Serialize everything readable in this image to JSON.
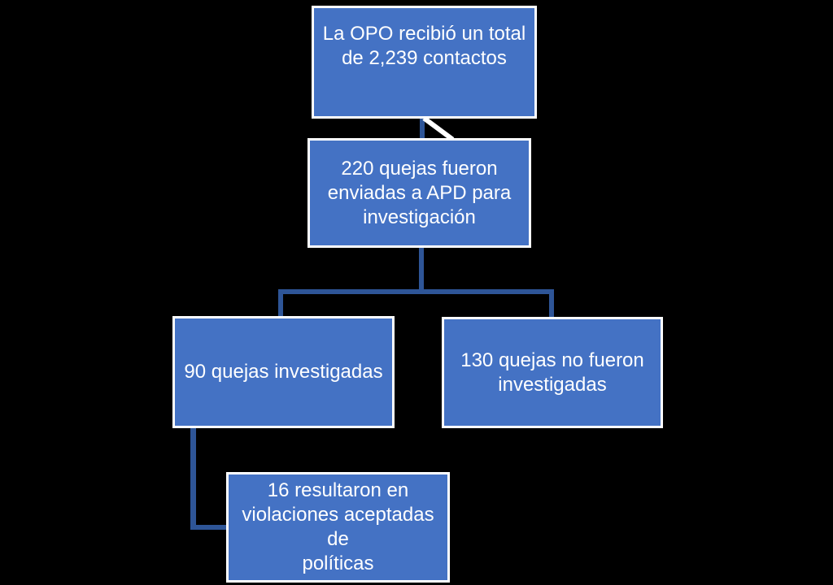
{
  "diagram": {
    "type": "flowchart",
    "colors": {
      "background": "#000000",
      "node_fill": "#4472c4",
      "node_border": "#ffffff",
      "node_text": "#ffffff",
      "connector": "#2e5597"
    },
    "nodes": [
      {
        "id": "total-contacts",
        "label": "La OPO recibió un total\nde 2,239 contactos"
      },
      {
        "id": "sent-to-apd",
        "label": "220 quejas fueron\nenviadas a APD para\ninvestigación"
      },
      {
        "id": "investigated",
        "label": "90 quejas investigadas"
      },
      {
        "id": "not-investigated",
        "label": "130 quejas no fueron\ninvestigadas"
      },
      {
        "id": "policy-violations",
        "label": "16 resultaron en\nviolaciones aceptadas de\npolíticas"
      }
    ],
    "edges": [
      {
        "from": "total-contacts",
        "to": "sent-to-apd"
      },
      {
        "from": "sent-to-apd",
        "to": "investigated"
      },
      {
        "from": "sent-to-apd",
        "to": "not-investigated"
      },
      {
        "from": "investigated",
        "to": "policy-violations"
      }
    ]
  }
}
